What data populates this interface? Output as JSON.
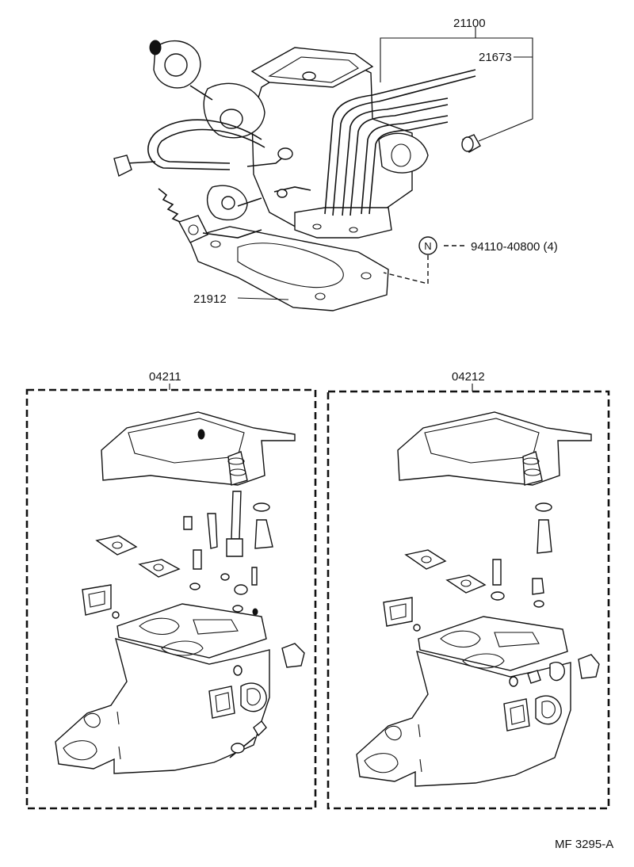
{
  "labels": {
    "assembly": "21100",
    "fuel_hose_part": "21673",
    "nut_part": "94110-40800 (4)",
    "nut_symbol": "N",
    "insulator_part": "21912",
    "kit_left": "04211",
    "kit_right": "04212",
    "figure_ref": "MF 3295-A"
  }
}
